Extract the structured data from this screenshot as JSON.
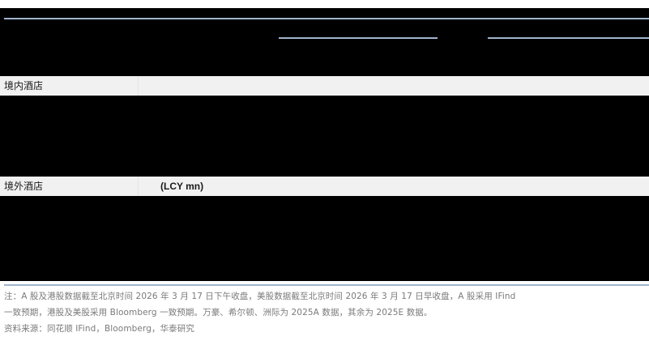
{
  "table": {
    "sections": [
      {
        "id": "domestic",
        "label": "境内酒店",
        "unit": ""
      },
      {
        "id": "overseas",
        "label": "境外酒店",
        "unit": "(LCY mn)"
      }
    ],
    "body_state": "redacted"
  },
  "rules": {
    "accent_color": "#9fb4cc",
    "band_color": "#f1f1f1",
    "body_color": "#000000"
  },
  "footnote": {
    "note_line_1": "注：A 股及港股数据截至北京时间 2026 年 3 月 17 日下午收盘，美股数据截至北京时间 2026 年 3 月 17 日早收盘，A 股采用 IFind",
    "note_line_2": "一致预期，港股及美股采用 Bloomberg 一致预期。万豪、希尔顿、洲际为 2025A 数据，其余为 2025E 数据。",
    "source_line": "资料来源：同花顺 IFind，Bloomberg，华泰研究"
  }
}
